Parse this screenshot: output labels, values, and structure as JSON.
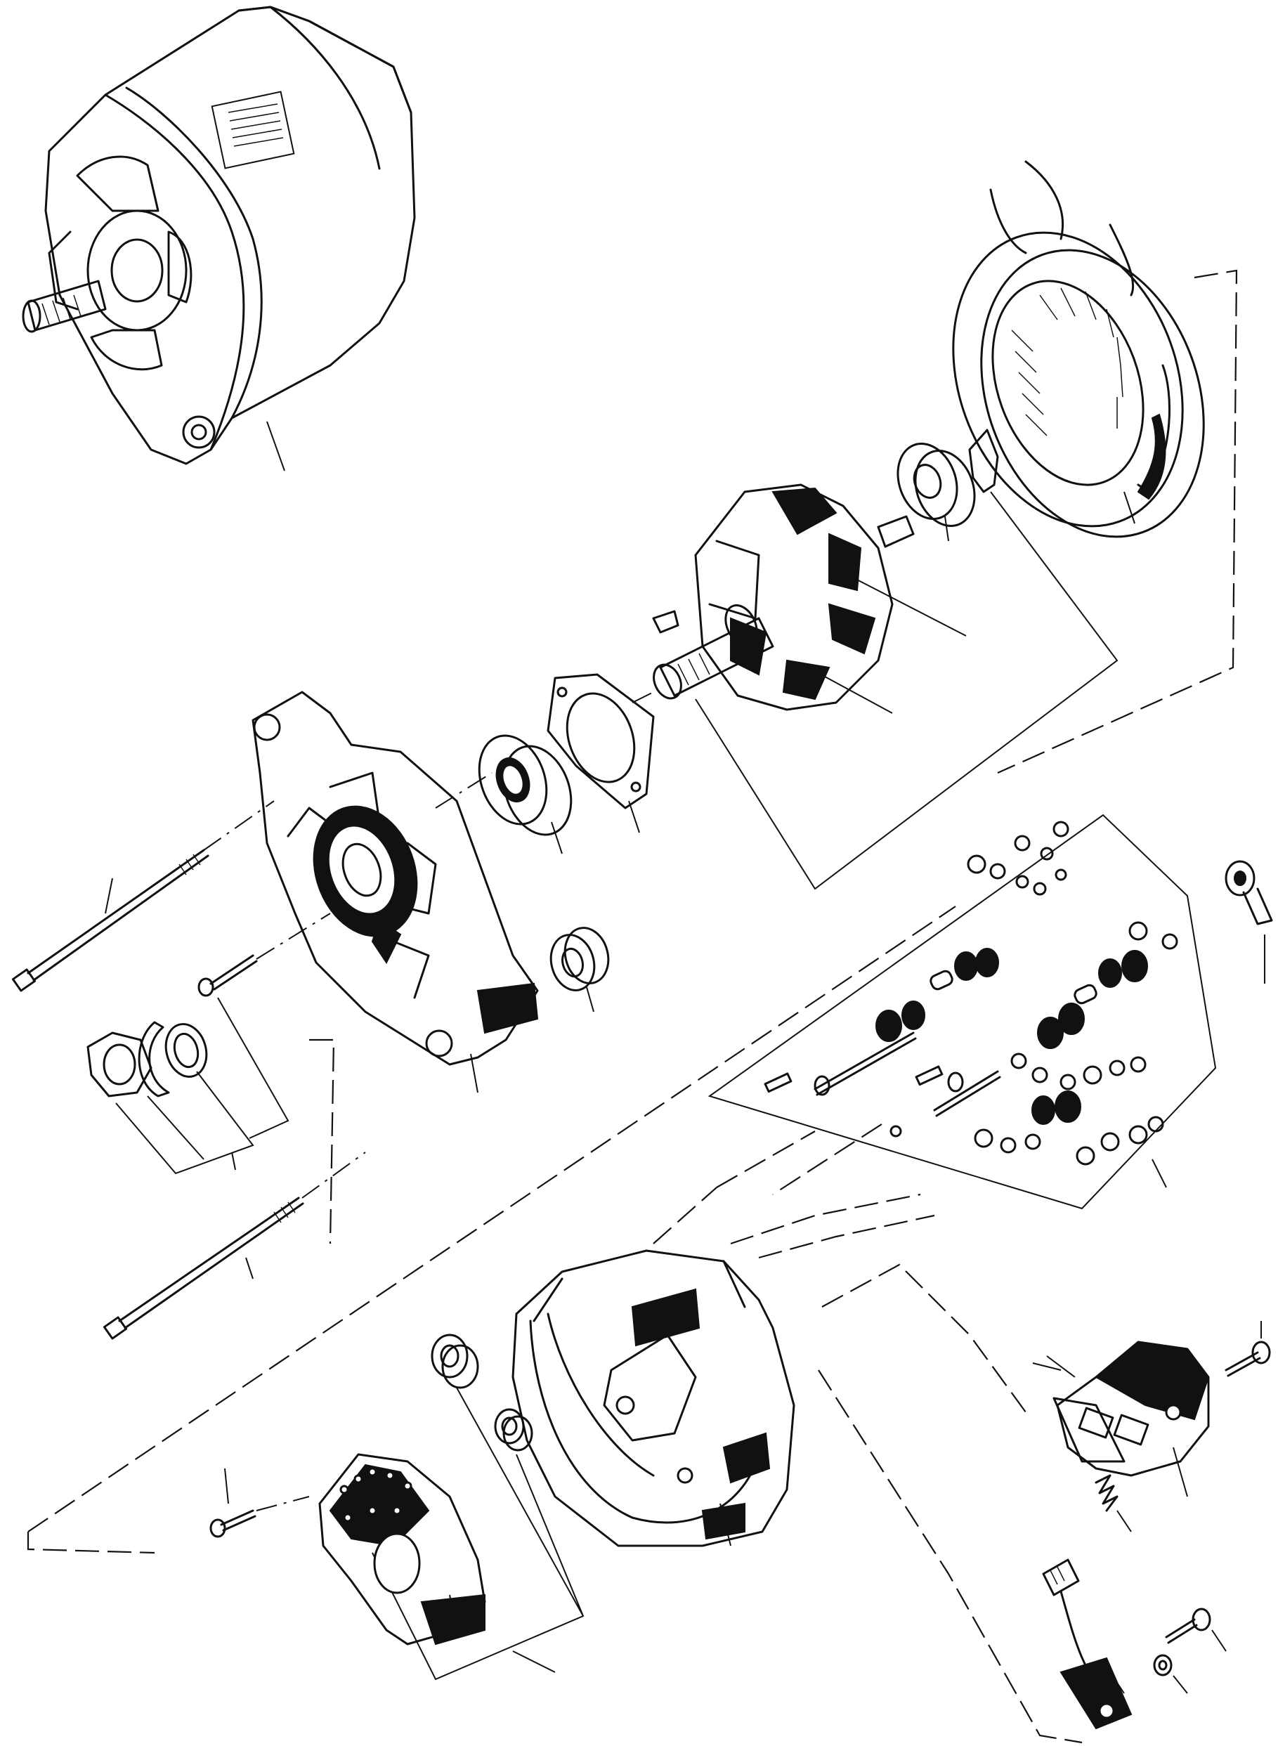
{
  "diagram": {
    "type": "exploded-view",
    "parts": [
      "alternator-assembly",
      "stator",
      "rear-bearing",
      "insulator-shim",
      "rotor",
      "woodruff-key",
      "bearing-retainer-plate",
      "front-bearing",
      "drive-end-housing",
      "spacer-sleeve",
      "through-bolt-upper",
      "through-bolt-lower",
      "retainer-screw",
      "pulley-nut",
      "lock-washer",
      "spacer-washer",
      "terminal-hardware-kit",
      "terminal-connector",
      "slip-ring-end-housing",
      "bushing-large",
      "bushing-small",
      "rectifier-bridge",
      "rectifier-screw",
      "brush-holder-regulator",
      "regulator-screw",
      "brush-spring",
      "suppression-capacitor",
      "capacitor-screw",
      "capacitor-washer"
    ]
  }
}
